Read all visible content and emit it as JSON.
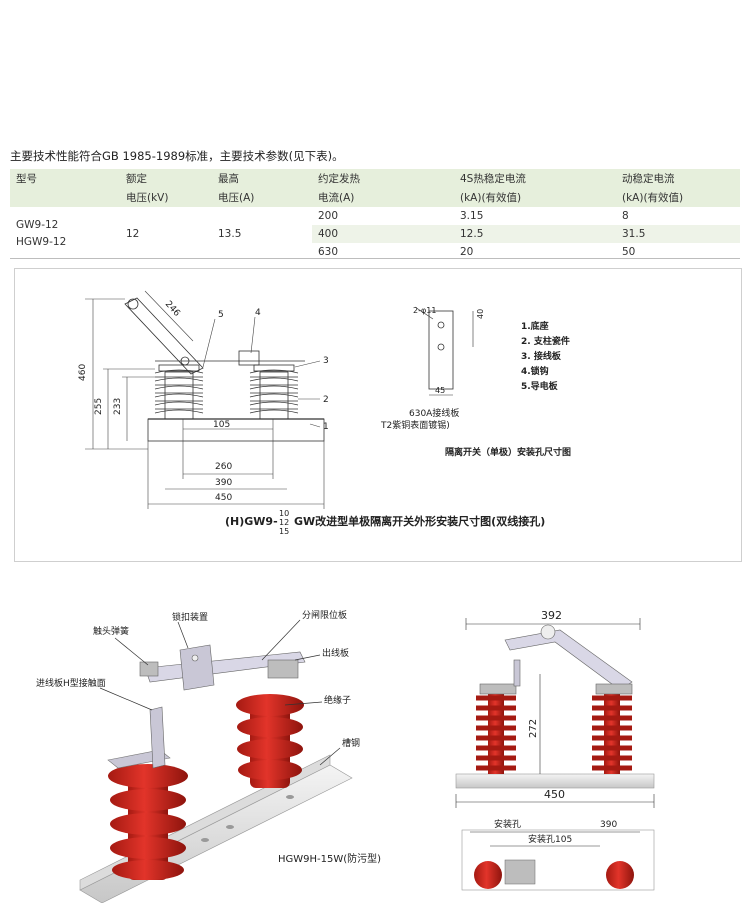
{
  "intro": "主要技术性能符合GB 1985-1989标准，主要技术参数(见下表)。",
  "table": {
    "headers": [
      [
        "型号",
        ""
      ],
      [
        "额定",
        "电压(kV)"
      ],
      [
        "最高",
        "电压(A)"
      ],
      [
        "约定发热",
        "电流(A)"
      ],
      [
        "4S热稳定电流",
        "(kA)(有效值)"
      ],
      [
        "动稳定电流",
        "(kA)(有效值)"
      ]
    ],
    "model": [
      "GW9-12",
      "HGW9-12"
    ],
    "rated_voltage": "12",
    "max_voltage": "13.5",
    "rows": [
      {
        "current": "200",
        "thermal": "3.15",
        "dynamic": "8"
      },
      {
        "current": "400",
        "thermal": "12.5",
        "dynamic": "31.5"
      },
      {
        "current": "630",
        "thermal": "20",
        "dynamic": "50"
      }
    ]
  },
  "drawing1": {
    "dims": {
      "d246": "246",
      "d460": "460",
      "d255": "255",
      "d233": "233",
      "d105": "105",
      "d260": "260",
      "d390": "390",
      "d450": "450",
      "d40": "40",
      "d45": "45",
      "dhole": "2-φ11"
    },
    "callouts": [
      "5",
      "4",
      "3",
      "2",
      "1"
    ],
    "legend": [
      "1.底座",
      "2. 支柱瓷件",
      "3. 接线板",
      "4.锁钩",
      "5.导电板"
    ],
    "plate_label_1": "630A接线板",
    "plate_label_2": "T2紫铜表面镀锡)",
    "hole_caption": "隔离开关（单极）安装孔尺寸图",
    "caption_prefix": "(H)GW9-",
    "caption_fraction": [
      "10",
      "12",
      "15"
    ],
    "caption_suffix": "GW改进型单极隔离开关外形安装尺寸图(双线接孔)"
  },
  "drawing2": {
    "labels": {
      "lock": "锁扣装置",
      "spring": "触头弹簧",
      "limit": "分闸限位板",
      "outlet": "出线板",
      "inlet": "进线板H型接触面",
      "insulator": "绝缘子",
      "channel": "槽钢",
      "model": "HGW9H-15W(防污型)"
    },
    "dims": {
      "d392": "392",
      "d272": "272",
      "d450": "450",
      "mount": "安装孔",
      "d390": "390",
      "mount105": "安装孔105"
    }
  },
  "colors": {
    "header_bg": "#e6efdc",
    "insulator": "#d9291f",
    "insulator_dark": "#a51a12",
    "metal": "#c9c7d6"
  }
}
